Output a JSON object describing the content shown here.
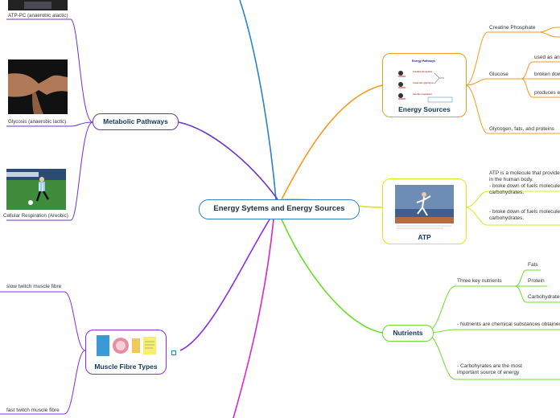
{
  "central": {
    "title": "Energy Sytems and Energy Sources"
  },
  "energy_sources": {
    "title": "Energy Sources",
    "thumbnail_text": [
      "Energy Pathways",
      "Creatine phosphate",
      "Anaerobic glycolysis",
      "Aerobic respiration"
    ],
    "creatine": "Creatine Phosphate",
    "glucose": {
      "label": "Glucose",
      "children": [
        "used as an e",
        "broken dow",
        "produces e"
      ]
    },
    "glycogen": "Glycogen, fats, and proteins"
  },
  "atp": {
    "title": "ATP",
    "text1": "ATP is a molecule that provides in the human body.\n- broke down of fuels molecules carbohydrates.",
    "text2": "- broke down of fuels molecules carbohydrates."
  },
  "nutrients": {
    "title": "Nutrients",
    "three_key": "Three key nutrients",
    "items": [
      "Fats",
      "Protein",
      "Carbohydrates"
    ],
    "text1": "- Nutrients are chemical substances obtainec",
    "text2": "- Carbohyrates are the most important source of energy"
  },
  "metabolic": {
    "title": "Metabolic Pathways",
    "captions": [
      "ATP-PC (anaerobic alactic)",
      "Glycosis (anaerobic lactic)",
      "Cellular Respiration (Areobic)"
    ]
  },
  "muscle": {
    "title": "Muscle Fibre Types",
    "slow": "slow twitch muscle fibre",
    "fast": "fast twitch muscle fibre"
  },
  "colors": {
    "blue": "#2c83c4",
    "orange": "#f59a23",
    "yellow": "#d8e81a",
    "green": "#6ddc2e",
    "purple": "#6a34c9",
    "violet": "#8a2be2",
    "magenta": "#d928c8"
  }
}
